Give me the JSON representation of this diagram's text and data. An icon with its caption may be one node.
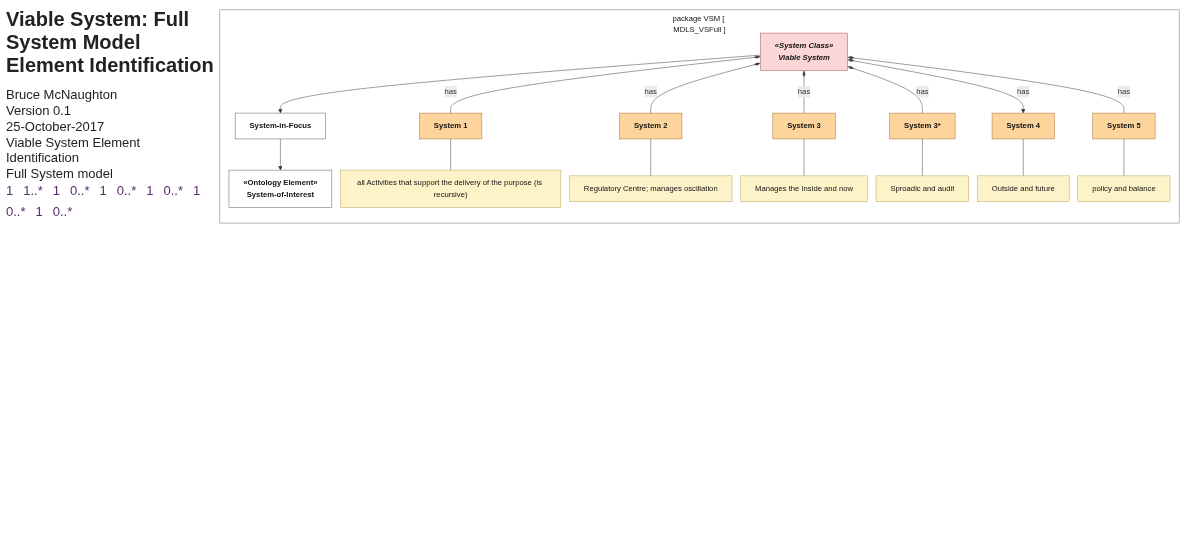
{
  "diagram": {
    "title": "Viable System: Full System Model Element Identification",
    "nodes": [
      {
        "text": [
          "package VSM [ MDLS_VSFull ]"
        ]
      },
      {
        "text": [
          "«Ontology Element»",
          "System-of-Interest"
        ],
        "in": 0
      },
      {
        "text": [
          "System-in-Focus"
        ],
        "in": 0
      },
      {
        "text": [
          "«System Class»",
          "Viable System"
        ],
        "in": 0
      },
      {
        "text": [
          "System 1"
        ],
        "in": 0
      },
      {
        "text": [
          "System 2"
        ],
        "in": 0
      },
      {
        "text": [
          "System 3"
        ],
        "in": 0
      },
      {
        "text": [
          "System 3*"
        ],
        "in": 0
      },
      {
        "text": [
          "System 4"
        ],
        "in": 0
      },
      {
        "text": [
          "System 5"
        ],
        "in": 0
      },
      {
        "text": [
          "all Activities that support the delivery of the purpose (is recursive)"
        ],
        "in": 0
      },
      {
        "text": [
          "Regulatory Centre; manages oscillation"
        ],
        "in": 0
      },
      {
        "text": [
          "Manages the Inside and now"
        ],
        "in": 0
      },
      {
        "text": [
          "Sproadic and audit"
        ],
        "in": 0
      },
      {
        "text": [
          "Outside and future"
        ],
        "in": 0
      },
      {
        "text": [
          "policy and balance"
        ],
        "in": 0
      }
    ],
    "edges": [
      {
        "from": 2,
        "to": 1,
        "arrow": "to"
      },
      {
        "from": 3,
        "to": 2,
        "arrow": "to"
      },
      {
        "from": 3,
        "to": 4,
        "arrow": "other",
        "label": "has"
      },
      {
        "from": 3,
        "to": 5,
        "arrow": "other",
        "label": "has"
      },
      {
        "from": 3,
        "to": 6,
        "arrow": "other",
        "label": "has"
      },
      {
        "from": 3,
        "to": 7,
        "arrow": "other",
        "label": "has"
      },
      {
        "from": 3,
        "to": 8,
        "arrow": "to",
        "label": "has"
      },
      {
        "from": 3,
        "to": 9,
        "arrow": "other",
        "label": "has"
      },
      {
        "from": 4,
        "to": 10,
        "arrow": "none"
      },
      {
        "from": 5,
        "to": 11,
        "arrow": "none"
      },
      {
        "from": 6,
        "to": 12,
        "arrow": "none"
      },
      {
        "from": 7,
        "to": 13,
        "arrow": "none"
      },
      {
        "from": 8,
        "to": 14,
        "arrow": "none"
      },
      {
        "from": 9,
        "to": 15,
        "arrow": "none"
      }
    ],
    "labels": [
      "Bruce McNaughton",
      "Version 0.1",
      "25-October-2017",
      "Viable System Element Identification",
      "Full System model",
      "1",
      "1..*",
      "1",
      "0..*",
      "1",
      "0..*",
      "1",
      "0..*",
      "1",
      "0..*",
      "1",
      "0..*"
    ]
  }
}
